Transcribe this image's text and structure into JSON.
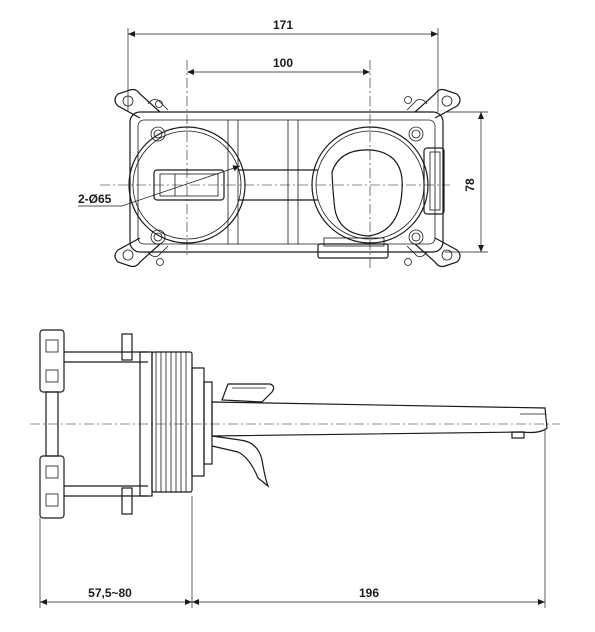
{
  "dimensions": {
    "overall_width": "171",
    "center_distance": "100",
    "height": "78",
    "diameter": "2-Ø65",
    "wall_depth": "57,5~80",
    "spout_length": "196"
  }
}
